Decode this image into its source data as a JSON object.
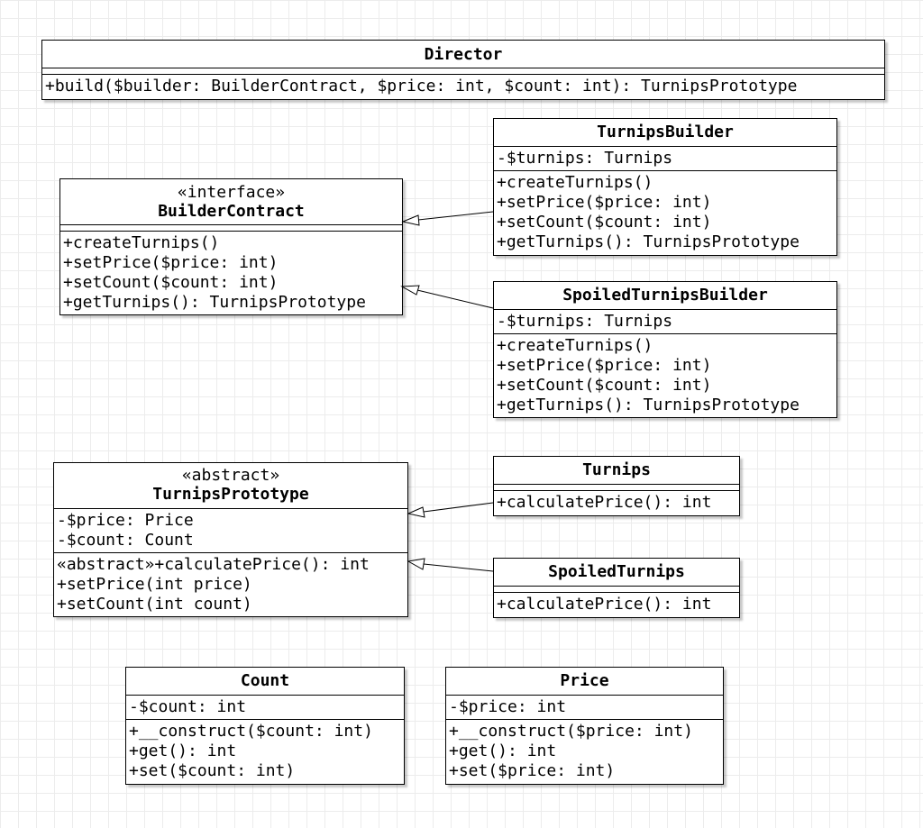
{
  "classes": {
    "director": {
      "name": "Director",
      "attributes": [],
      "operations": [
        "+build($builder: BuilderContract, $price: int, $count: int): TurnipsPrototype"
      ]
    },
    "builder_contract": {
      "stereotype": "«interface»",
      "name": "BuilderContract",
      "attributes": [],
      "operations": [
        "+createTurnips()",
        "+setPrice($price: int)",
        "+setCount($count: int)",
        "+getTurnips(): TurnipsPrototype"
      ]
    },
    "turnips_builder": {
      "name": "TurnipsBuilder",
      "attributes": [
        "-$turnips: Turnips"
      ],
      "operations": [
        "+createTurnips()",
        "+setPrice($price: int)",
        "+setCount($count: int)",
        "+getTurnips(): TurnipsPrototype"
      ]
    },
    "spoiled_turnips_builder": {
      "name": "SpoiledTurnipsBuilder",
      "attributes": [
        "-$turnips: Turnips"
      ],
      "operations": [
        "+createTurnips()",
        "+setPrice($price: int)",
        "+setCount($count: int)",
        "+getTurnips(): TurnipsPrototype"
      ]
    },
    "turnips_prototype": {
      "stereotype": "«abstract»",
      "name": "TurnipsPrototype",
      "attributes": [
        "-$price: Price",
        "-$count: Count"
      ],
      "operations": [
        "«abstract»+calculatePrice(): int",
        "+setPrice(int price)",
        "+setCount(int count)"
      ]
    },
    "turnips": {
      "name": "Turnips",
      "attributes": [],
      "operations": [
        "+calculatePrice(): int"
      ]
    },
    "spoiled_turnips": {
      "name": "SpoiledTurnips",
      "attributes": [],
      "operations": [
        "+calculatePrice(): int"
      ]
    },
    "count": {
      "name": "Count",
      "attributes": [
        "-$count: int"
      ],
      "operations": [
        "+__construct($count: int)",
        "+get(): int",
        "+set($count: int)"
      ]
    },
    "price": {
      "name": "Price",
      "attributes": [
        "-$price: int"
      ],
      "operations": [
        "+__construct($price: int)",
        "+get(): int",
        "+set($price: int)"
      ]
    }
  },
  "relations": [
    {
      "type": "realization-style",
      "from": "TurnipsBuilder",
      "to": "BuilderContract"
    },
    {
      "type": "realization-style",
      "from": "SpoiledTurnipsBuilder",
      "to": "BuilderContract"
    },
    {
      "type": "generalization",
      "from": "Turnips",
      "to": "TurnipsPrototype"
    },
    {
      "type": "generalization",
      "from": "SpoiledTurnips",
      "to": "TurnipsPrototype"
    }
  ],
  "colors": {
    "line": "#000000",
    "fill": "#ffffff",
    "grid": "#ececec"
  }
}
